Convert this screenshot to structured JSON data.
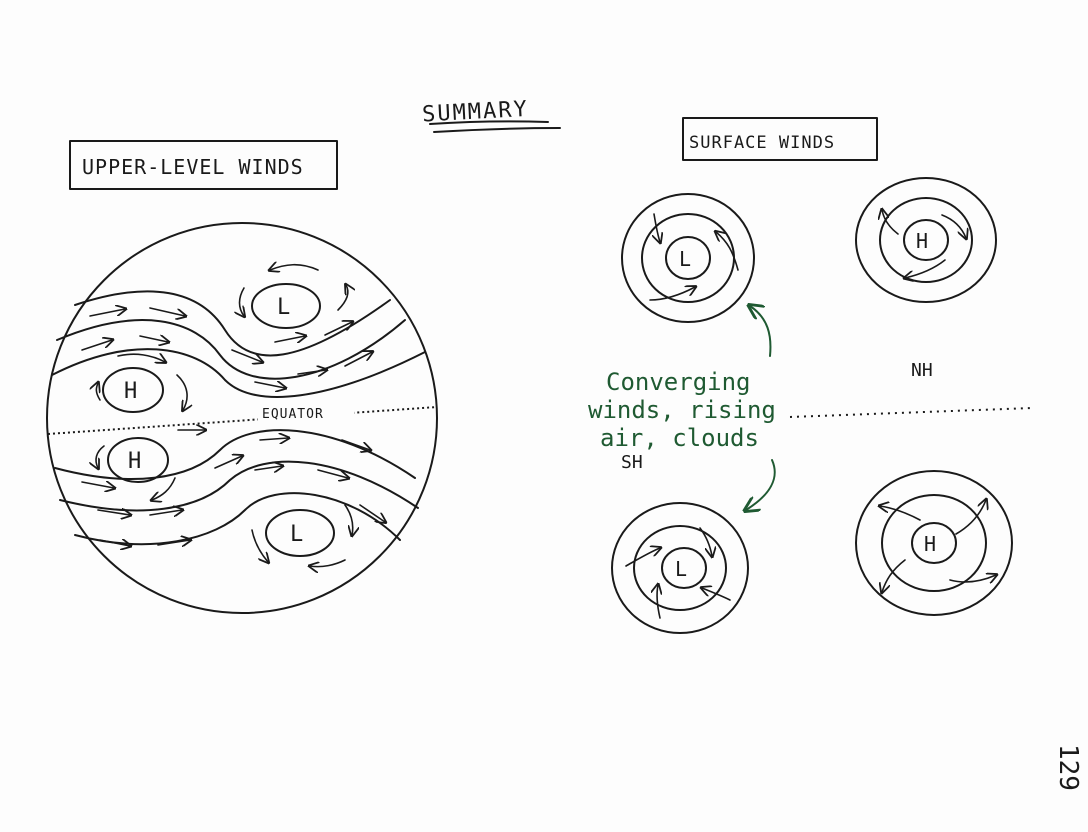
{
  "title": "SUMMARY",
  "upper_panel": {
    "heading": "UPPER-LEVEL WINDS",
    "equator_label": "EQUATOR",
    "high_label": "H",
    "low_label": "L"
  },
  "surface_panel": {
    "heading": "SURFACE WINDS",
    "nh_label": "NH",
    "sh_label": "SH",
    "high_label": "H",
    "low_label": "L"
  },
  "annotation": {
    "line1": "Converging",
    "line2": "winds, rising",
    "line3": "air, clouds",
    "color": "#1f5a32"
  },
  "page_number": "129",
  "ink_color": "#1a1a1a"
}
